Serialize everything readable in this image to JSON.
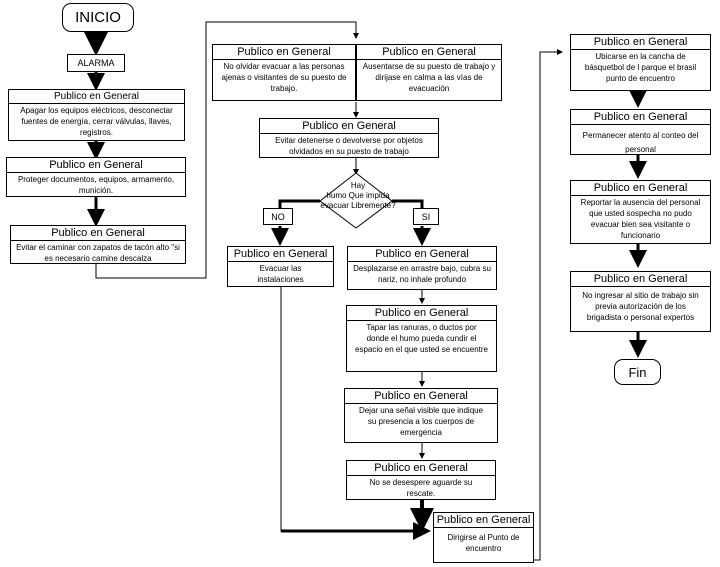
{
  "start": "INICIO",
  "alarm": "ALARMA",
  "end": "Fin",
  "header": "Publico en General",
  "decision": {
    "q1": "Hay",
    "q2": "humo   Que impida",
    "q3": "evacuar   Libremente?",
    "no": "NO",
    "yes": "SI"
  },
  "col1": [
    "Apagar los equipos eléctricos, desconectar fuentes de energía, cerrar válvulas, llaves, registros.",
    "Proteger documentos, equipos, armamento, munición.",
    "Evitar el  caminar con zapatos de tacón alto \"si es necesario camine descalza"
  ],
  "col2": {
    "top_left": "No olvidar evacuar a las personas ajenas o visitantes de su puesto de trabajo.",
    "top_right": "Ausentarse de su puesto de trabajo y dirijase en calma a las vías de evacuación",
    "mid": "Evitar detenerse o devolverse por objetos olvidados en su puesto de trabajo",
    "no_branch": "Evacuar las instalaciones",
    "yes_steps": [
      "Desplazarse en arrastre bajo, cubra su nariz, no inhale profundo",
      "Tapar las ranuras, o ductos por donde el humo pueda cundir el espacio en el que usted se encuentre",
      "Dejar una señal visible que indique su presencia a los cuerpos de emergencia",
      "No se desespere aguarde su rescate."
    ],
    "final": "Dirigirse al Punto de encuentro"
  },
  "col3": [
    "Ubicarse en la cancha de básquetbol de l parque el brasil punto de encuentro",
    "Permanecer atento al conteo del personal",
    "Reportar la ausencia del personal que usted sospecha no pudo evacuar bien sea visitante o funcionario",
    "No ingresar al sitio de trabajo sin previa autorización de los brigadista o personal expertos"
  ]
}
